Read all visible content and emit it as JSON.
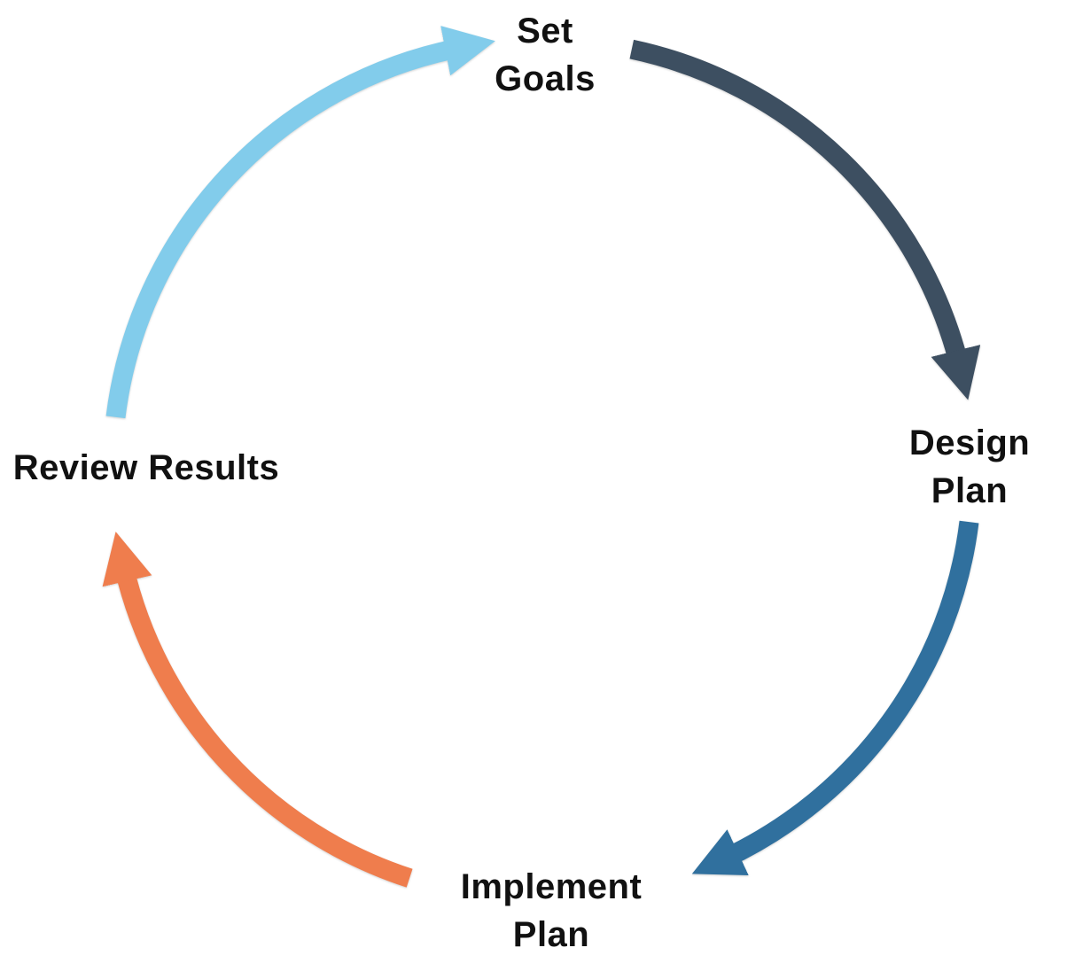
{
  "diagram": {
    "type": "cycle",
    "background": "#ffffff",
    "nodes": [
      {
        "id": "set-goals",
        "label": "Set\nGoals",
        "position": "top"
      },
      {
        "id": "design-plan",
        "label": "Design Plan",
        "position": "right"
      },
      {
        "id": "implement-plan",
        "label": "Implement\nPlan",
        "position": "bottom"
      },
      {
        "id": "review-results",
        "label": "Review Results",
        "position": "left"
      }
    ],
    "arrows": [
      {
        "from": "Set Goals",
        "to": "Design Plan",
        "color": "#3D4F61",
        "direction": "clockwise"
      },
      {
        "from": "Design Plan",
        "to": "Implement Plan",
        "color": "#30709E",
        "direction": "clockwise"
      },
      {
        "from": "Implement Plan",
        "to": "Review Results",
        "color": "#EF7D4D",
        "direction": "clockwise"
      },
      {
        "from": "Review Results",
        "to": "Set Goals",
        "color": "#82CCEB",
        "direction": "clockwise"
      }
    ]
  }
}
